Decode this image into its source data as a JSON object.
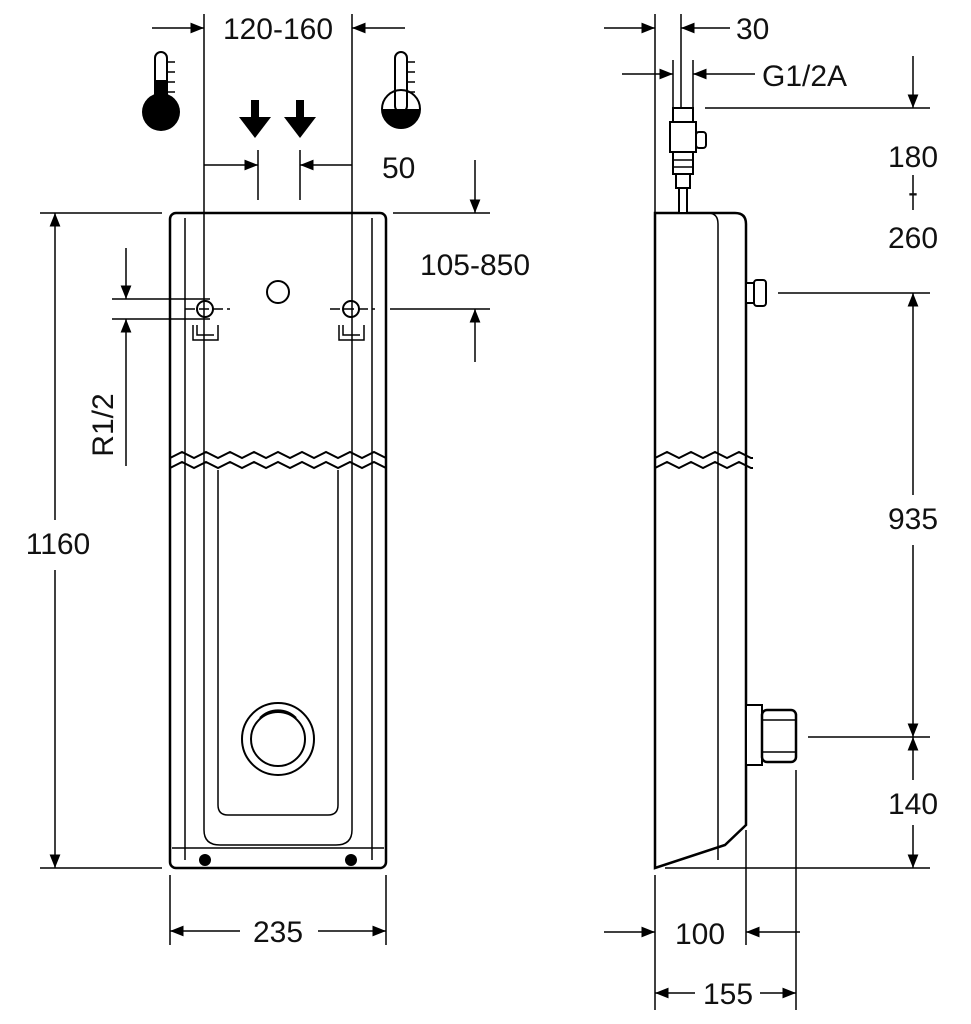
{
  "front_view": {
    "dim_width_top": "120-160",
    "dim_inlet_spacing": "50",
    "dim_height_total": "1160",
    "dim_width_bottom": "235",
    "dim_thread": "R1/2"
  },
  "side_view": {
    "dim_top_offset": "30",
    "dim_connection": "G1/2A",
    "dim_range_top": "180",
    "dim_range_sep": "-",
    "dim_range_bottom": "260",
    "dim_side_ranges": "105-850",
    "dim_mid": "935",
    "dim_low": "140",
    "dim_depth_inner": "100",
    "dim_depth_outer": "155"
  },
  "icons": {
    "cold": "thermometer-cold-icon",
    "hot": "thermometer-hot-icon",
    "arrows": "down-arrow-icon"
  }
}
